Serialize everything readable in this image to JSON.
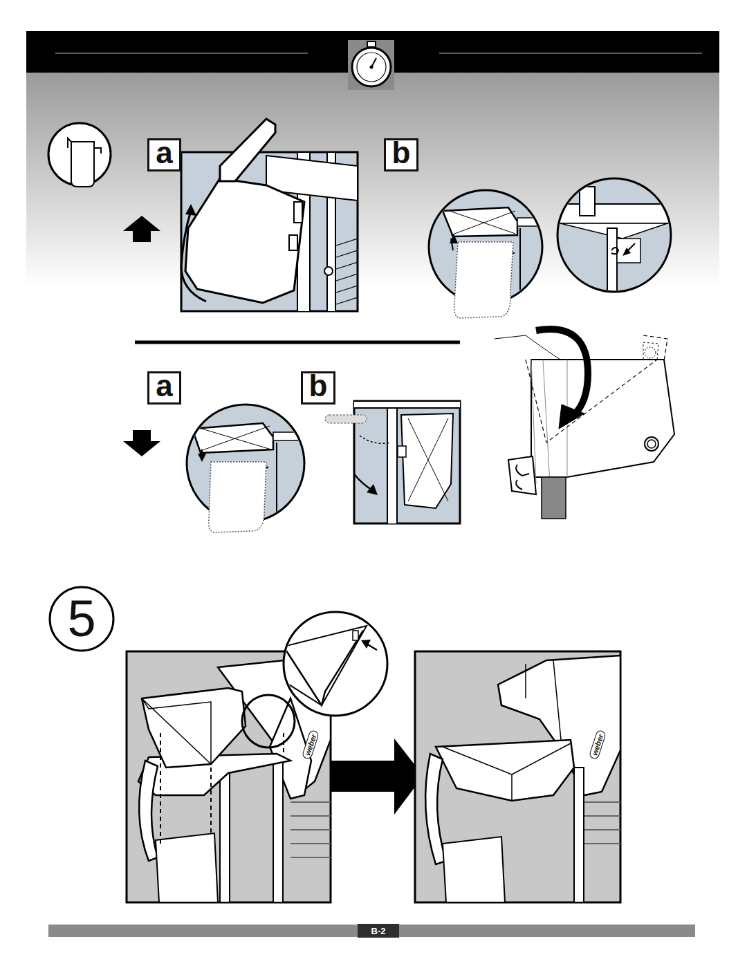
{
  "diagram": {
    "nodes": [
      {
        "text": [
          "a"
        ]
      },
      {
        "text": [
          "b"
        ]
      },
      {
        "text": [
          "a"
        ]
      },
      {
        "text": [
          "b"
        ]
      },
      {
        "text": [
          "5"
        ]
      },
      {
        "text": [
          "B-2"
        ]
      }
    ],
    "labels": [
      "weber",
      "weber"
    ]
  }
}
